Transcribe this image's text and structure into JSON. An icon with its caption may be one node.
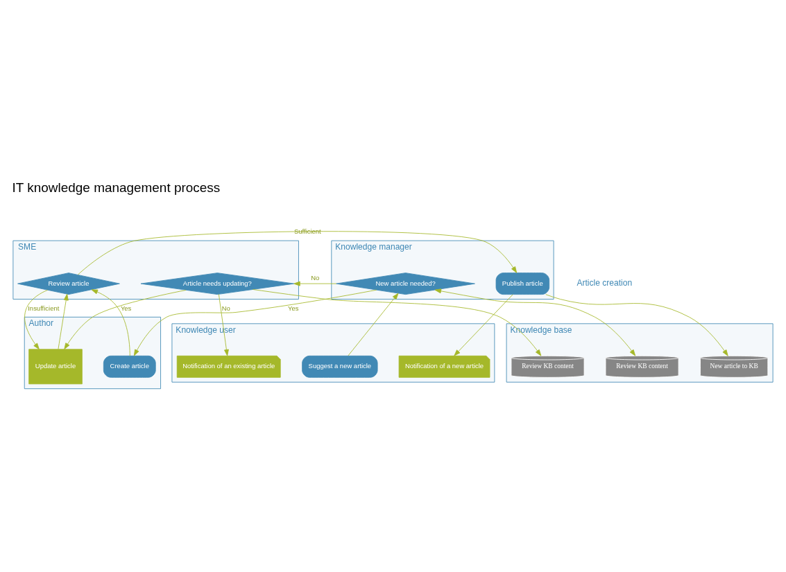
{
  "diagram": {
    "title": "IT knowledge management process",
    "nodes": [
      {
        "text": [
          "Knowledge user"
        ]
      },
      {
        "text": [
          "Suggest a new article"
        ],
        "in": 0
      },
      {
        "text": [
          "Notification of an existing article"
        ],
        "in": 0
      },
      {
        "text": [
          "Notification of a new article"
        ],
        "in": 0
      },
      {
        "text": [
          "Author"
        ]
      },
      {
        "text": [
          "Create article"
        ],
        "in": 4
      },
      {
        "text": [
          "Update article"
        ],
        "in": 4
      },
      {
        "text": [
          "SME"
        ]
      },
      {
        "text": [
          "Article needs updating?"
        ],
        "in": 7
      },
      {
        "text": [
          "Review article"
        ],
        "in": 7
      },
      {
        "text": [
          "Knowledge manager"
        ]
      },
      {
        "text": [
          "New article needed?"
        ],
        "in": 10
      },
      {
        "text": [
          "Publish article"
        ],
        "in": 10
      },
      {
        "text": [
          "Knowledge base"
        ]
      },
      {
        "text": [
          "Review KB content"
        ],
        "in": 13
      },
      {
        "text": [
          "Review KB content"
        ],
        "in": 13
      },
      {
        "text": [
          "New article to KB"
        ],
        "in": 13
      }
    ],
    "edges": [
      {
        "from": 1,
        "to": 11,
        "arrow": "to"
      },
      {
        "from": 11,
        "to": 14,
        "arrow": "both"
      },
      {
        "from": 11,
        "to": 5,
        "label": "Yes",
        "arrow": "to"
      },
      {
        "from": 11,
        "to": 8,
        "label": "No",
        "arrow": "to"
      },
      {
        "from": 5,
        "to": 9,
        "arrow": "to"
      },
      {
        "from": 8,
        "to": 2,
        "label": "No",
        "arrow": "to"
      },
      {
        "from": 8,
        "to": 6,
        "label": "Yes",
        "arrow": "to"
      },
      {
        "from": 8,
        "to": 15,
        "arrow": "to"
      },
      {
        "from": 6,
        "to": 9,
        "arrow": "to"
      },
      {
        "from": 9,
        "to": 6,
        "label": "Insufficient",
        "arrow": "to"
      },
      {
        "from": 9,
        "to": 12,
        "label": "Sufficient",
        "arrow": "to"
      },
      {
        "from": 12,
        "to": 3,
        "arrow": "to"
      },
      {
        "from": 12,
        "to": 16,
        "arrow": "to"
      }
    ],
    "labels": [
      "Article creation"
    ]
  }
}
